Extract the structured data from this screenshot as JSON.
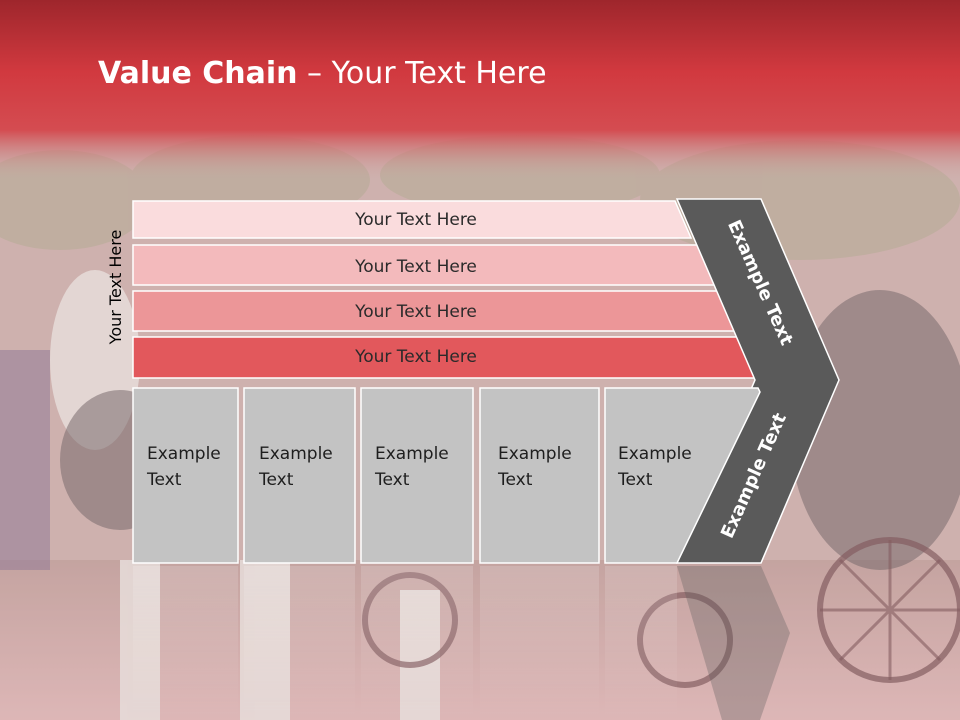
{
  "title": {
    "bold": "Value Chain",
    "rest": " – Your Text Here"
  },
  "side_label": "Your Text Here",
  "rows": [
    {
      "label": "Your Text Here",
      "color": "#fadcdd"
    },
    {
      "label": "Your Text Here",
      "color": "#f3babc"
    },
    {
      "label": "Your Text Here",
      "color": "#ec9698"
    },
    {
      "label": "Your Text Here",
      "color": "#e2585c"
    }
  ],
  "boxes": [
    {
      "line1": "Example",
      "line2": "Text"
    },
    {
      "line1": "Example",
      "line2": "Text"
    },
    {
      "line1": "Example",
      "line2": "Text"
    },
    {
      "line1": "Example",
      "line2": "Text"
    },
    {
      "line1": "Example",
      "line2": "Text"
    }
  ],
  "arrow": {
    "upper": "Example Text",
    "lower": "Example Text"
  },
  "colors": {
    "title_bar": "#cf3a40",
    "chevron": "#5a5a5a",
    "box_fill": "#c3c3c3"
  }
}
